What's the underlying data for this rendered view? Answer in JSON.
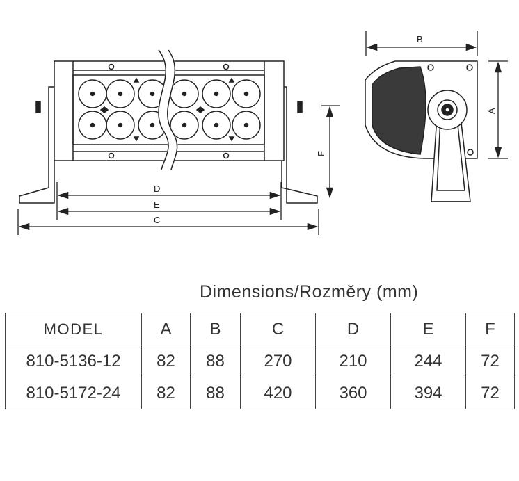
{
  "diagram": {
    "front_view_labels": {
      "d": "D",
      "e": "E",
      "c": "C",
      "f": "F"
    },
    "side_view_labels": {
      "b": "B",
      "a": "A"
    }
  },
  "caption": "Dimensions/Rozměry (mm)",
  "table": {
    "headers": [
      "MODEL",
      "A",
      "B",
      "C",
      "D",
      "E",
      "F"
    ],
    "rows": [
      [
        "810-5136-12",
        "82",
        "88",
        "270",
        "210",
        "244",
        "72"
      ],
      [
        "810-5172-24",
        "82",
        "88",
        "420",
        "360",
        "394",
        "72"
      ]
    ]
  }
}
